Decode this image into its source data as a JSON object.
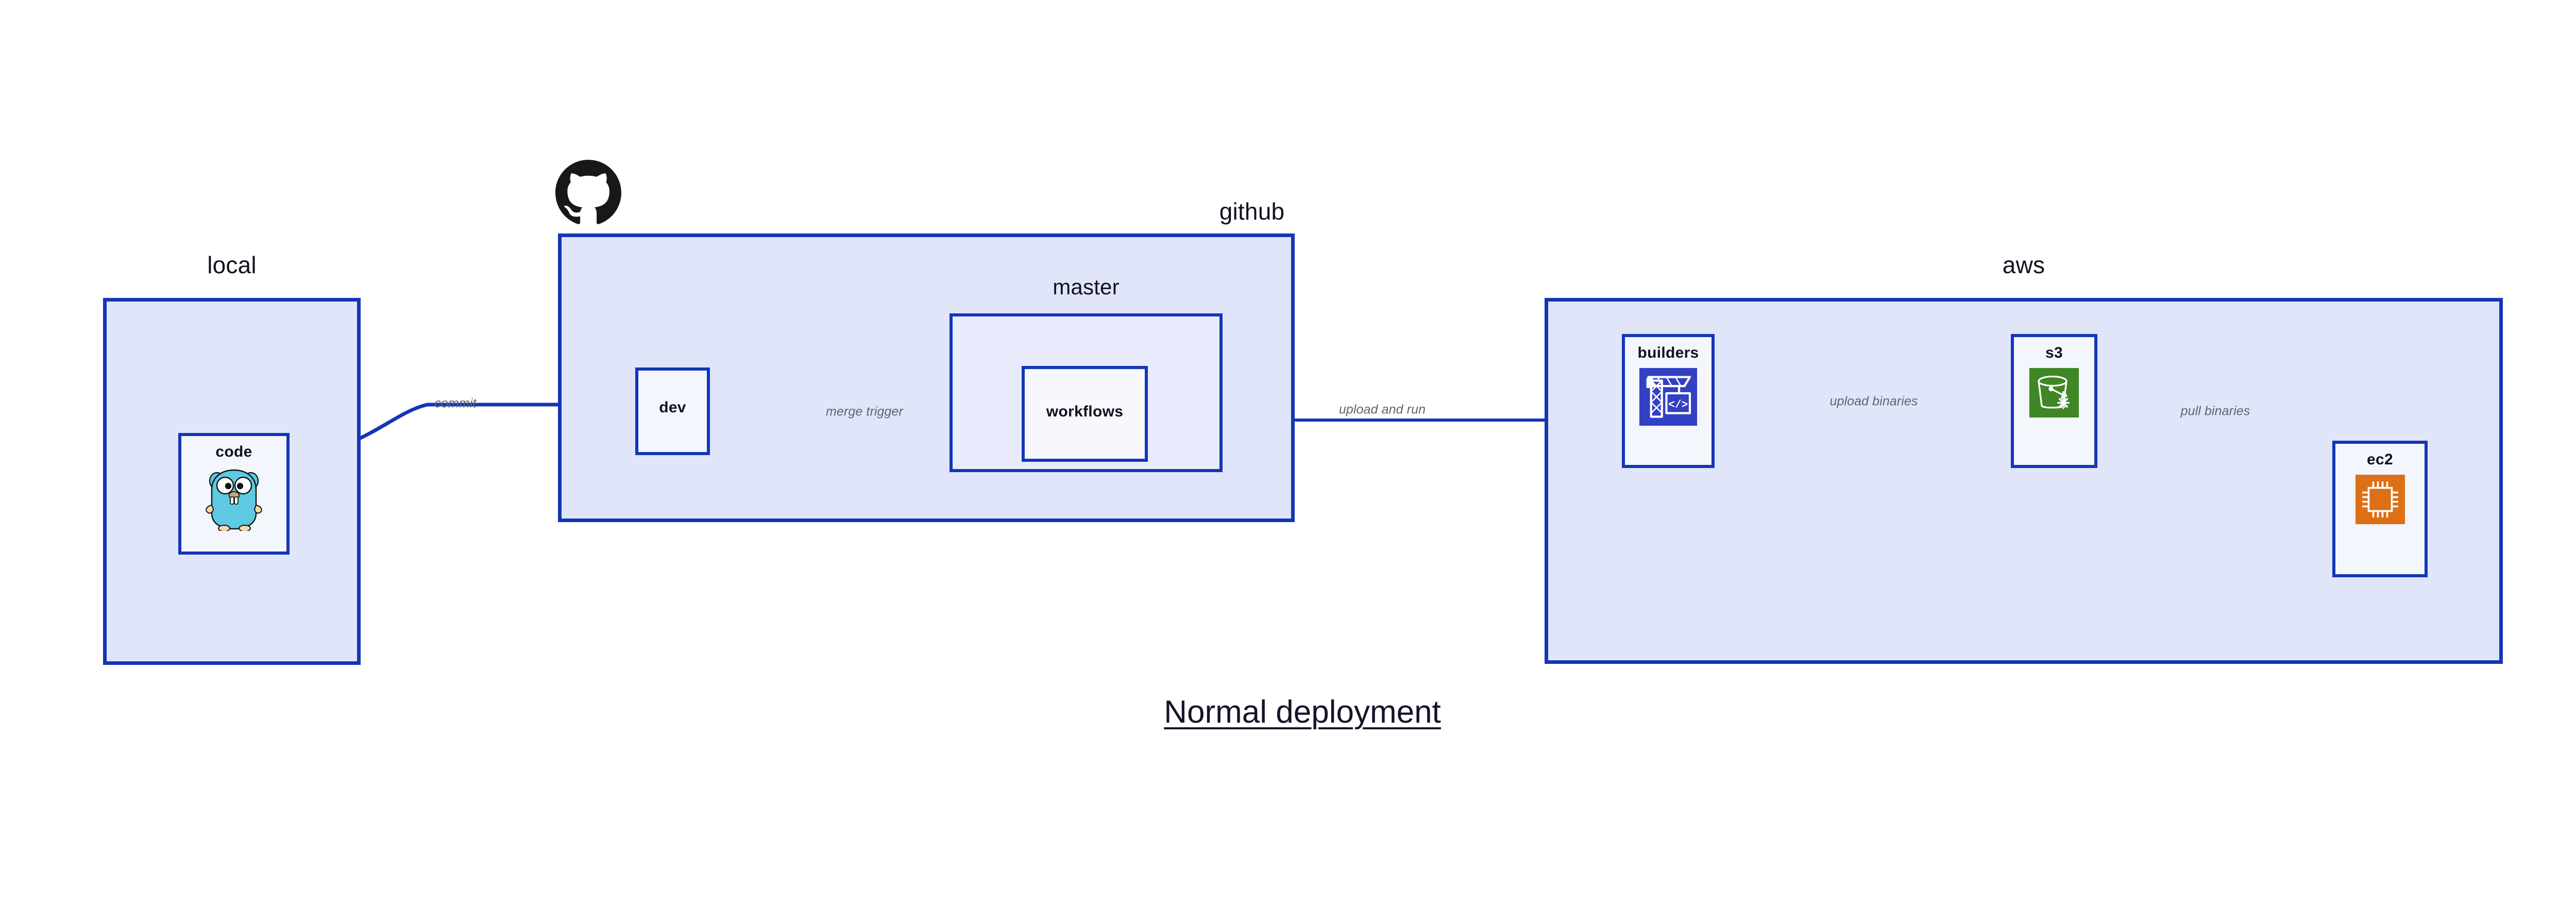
{
  "title": "Normal deployment",
  "colors": {
    "border": "#1436b5",
    "group_fill": "#e1e5fa",
    "group_fill_inner": "#e8ebfc",
    "node_fill": "#f4f6fe",
    "label_text": "#12121f",
    "edge_label_text": "#60656f",
    "edge_stroke": "#1436b5",
    "title_text": "#13142a",
    "builders_icon": "#3240c4",
    "s3_icon": "#3f8624",
    "ec2_icon": "#dd7016",
    "gopher_body": "#5dc9e2",
    "github_logo": "#191717"
  },
  "groups": [
    {
      "id": "local",
      "label": "local"
    },
    {
      "id": "github",
      "label": "github"
    },
    {
      "id": "master",
      "label": "master"
    },
    {
      "id": "aws",
      "label": "aws"
    }
  ],
  "nodes": [
    {
      "id": "code",
      "label": "code",
      "icon": "go-gopher-icon"
    },
    {
      "id": "dev",
      "label": "dev",
      "icon": "none"
    },
    {
      "id": "workflows",
      "label": "workflows",
      "icon": "none"
    },
    {
      "id": "builders",
      "label": "builders",
      "icon": "aws-builders-crane-icon"
    },
    {
      "id": "s3",
      "label": "s3",
      "icon": "aws-s3-glacier-bucket-icon"
    },
    {
      "id": "ec2",
      "label": "ec2",
      "icon": "aws-ec2-chip-icon"
    }
  ],
  "edges": [
    {
      "id": "commit",
      "label": "commit",
      "from": "code",
      "to": "dev"
    },
    {
      "id": "merge-trigger",
      "label": "merge trigger",
      "from": "dev",
      "to": "workflows"
    },
    {
      "id": "upload-and-run",
      "label": "upload and run",
      "from": "workflows",
      "to": "builders"
    },
    {
      "id": "upload-binaries",
      "label": "upload binaries",
      "from": "builders",
      "to": "s3"
    },
    {
      "id": "pull-binaries",
      "label": "pull binaries",
      "from": "s3",
      "to": "ec2"
    }
  ],
  "icons": {
    "github_logo": "github-octocat-icon"
  }
}
